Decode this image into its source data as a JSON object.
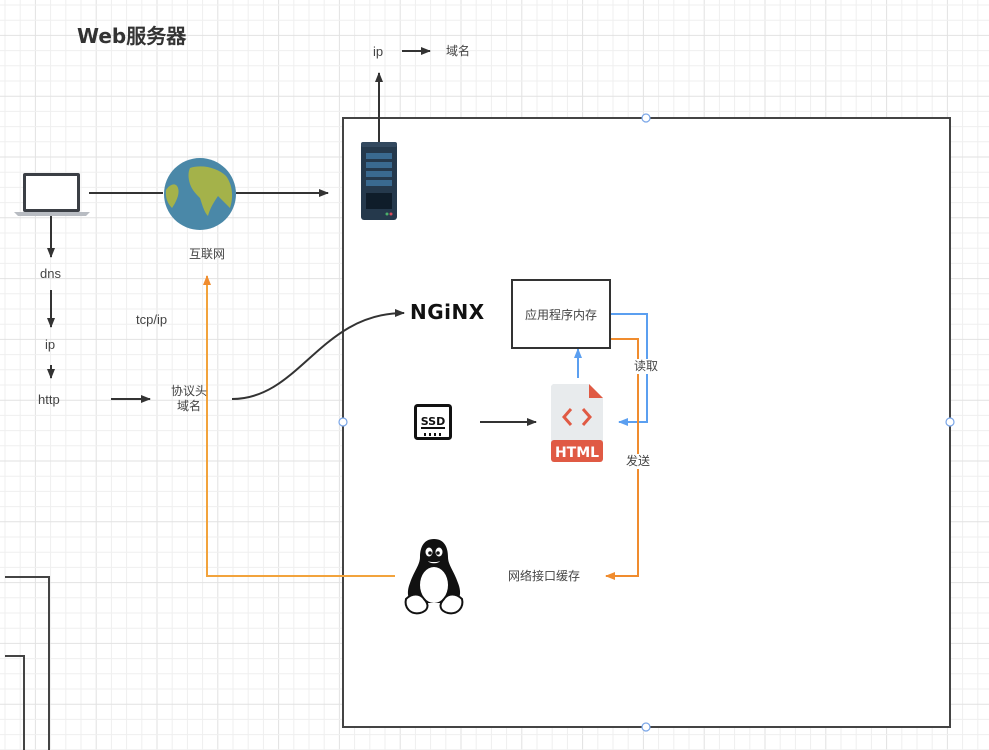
{
  "title": "Web服务器",
  "labels": {
    "ip_top": "ip",
    "domain_top": "域名",
    "internet": "互联网",
    "dns": "dns",
    "ip_left": "ip",
    "http": "http",
    "tcp_ip": "tcp/ip",
    "protocol_header": "协议头",
    "domain_name": "域名",
    "app_memory": "应用程序内存",
    "read": "读取",
    "send": "发送",
    "network_cache": "网络接口缓存",
    "nginx": "NGiNX",
    "html_badge": "HTML",
    "ssd": "SSD"
  },
  "icons": [
    "laptop-icon",
    "globe-icon",
    "server-icon",
    "nginx-logo",
    "ssd-icon",
    "html-file-icon",
    "linux-tux-icon"
  ],
  "colors": {
    "line": "#333333",
    "blue": "#5b9ff0",
    "orange": "#f08c2e",
    "html_red": "#e05a44",
    "html_gray": "#e8ebed",
    "globe_ocean": "#4a88a8",
    "globe_land": "#a4b24a",
    "server": "#25394c",
    "handle": "#7aa6e8"
  }
}
